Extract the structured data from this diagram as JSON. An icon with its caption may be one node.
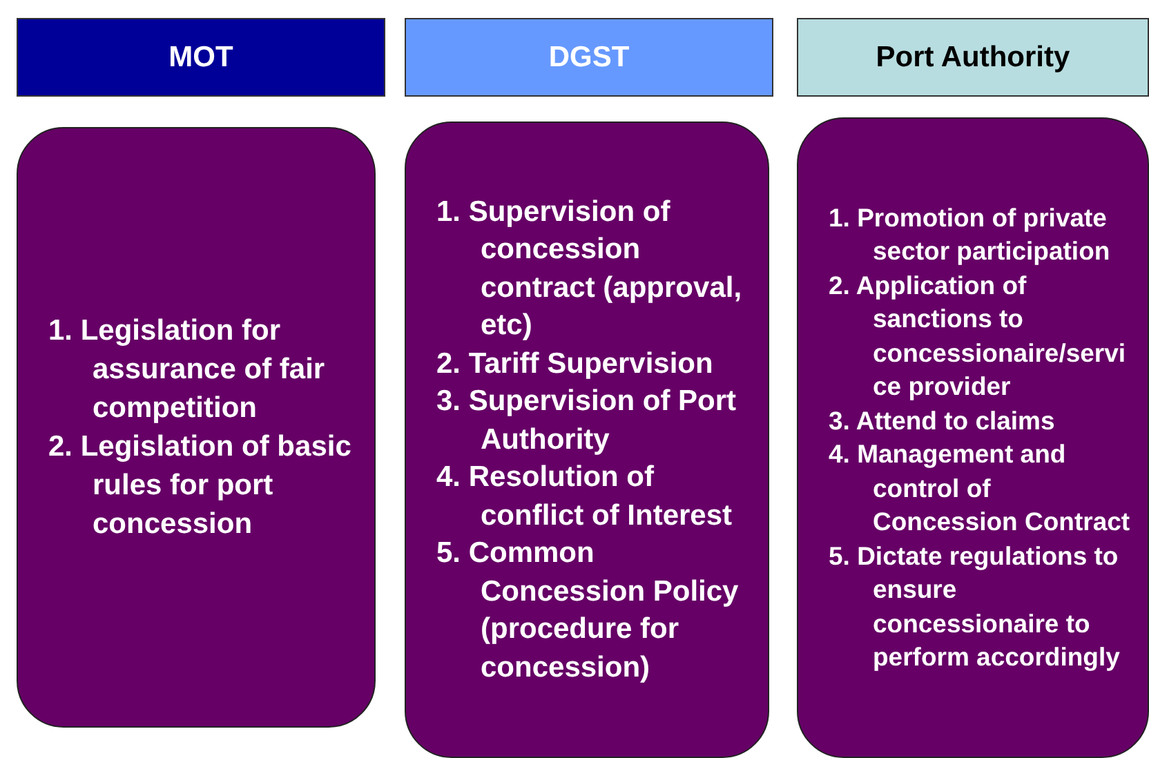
{
  "diagram": {
    "nodes": [
      {
        "text": [
          "MOT"
        ]
      },
      {
        "text": [
          "DGST"
        ]
      },
      {
        "text": [
          "Port Authority"
        ]
      },
      {
        "text": [
          "1. Legislation for assurance of fair competition",
          "2. Legislation of basic rules for port concession"
        ]
      },
      {
        "text": [
          "1. Supervision of concession contract (approval, etc)",
          "2. Tariff Supervision",
          "3. Supervision of Port Authority",
          "4. Resolution of conflict of Interest",
          "5. Common Concession Policy (procedure for concession)"
        ]
      },
      {
        "text": [
          "1. Promotion of private sector participation",
          "2. Application of sanctions to concessionaire/service provider",
          "3. Attend to claims",
          "4. Management and control of Concession Contract",
          "5. Dictate regulations to ensure concessionaire to perform accordingly"
        ]
      }
    ]
  }
}
